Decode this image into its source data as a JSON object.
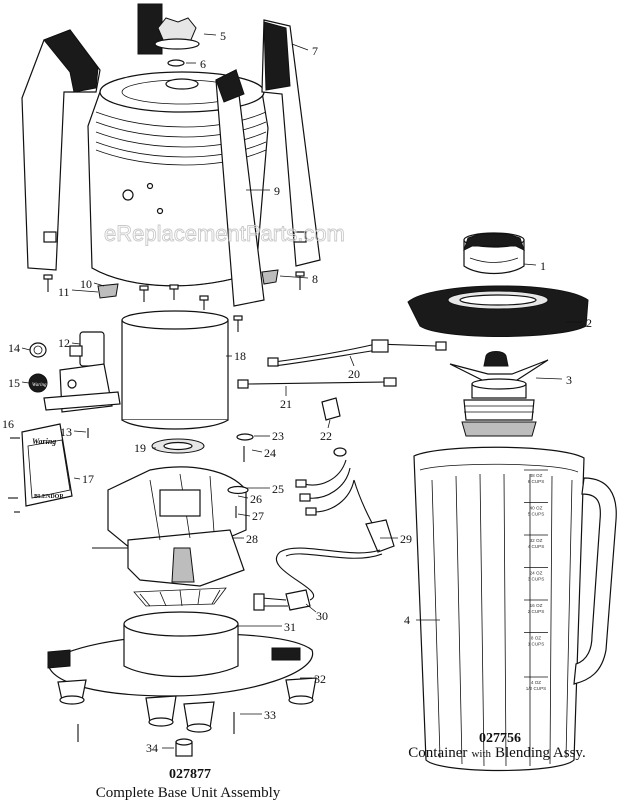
{
  "watermark": "eReplacementParts.com",
  "callouts": [
    "1",
    "2",
    "3",
    "4",
    "5",
    "6",
    "7",
    "8",
    "9",
    "10",
    "11",
    "12",
    "13",
    "14",
    "15",
    "16",
    "17",
    "18",
    "19",
    "20",
    "21",
    "22",
    "23",
    "24",
    "25",
    "26",
    "27",
    "28",
    "29",
    "30",
    "31",
    "32",
    "33",
    "34"
  ],
  "jar_scale": [
    {
      "oz": "48 OZ",
      "cups": "6 CUPS"
    },
    {
      "oz": "40 OZ",
      "cups": "5 CUPS"
    },
    {
      "oz": "32 OZ",
      "cups": "4 CUPS"
    },
    {
      "oz": "24 OZ",
      "cups": "3 CUPS"
    },
    {
      "oz": "16 OZ",
      "cups": "2 CUPS"
    },
    {
      "oz": "8 OZ",
      "cups": "1 CUPS"
    },
    {
      "oz": "4 OZ",
      "cups": "1/2 CUPS"
    }
  ],
  "nameplate": {
    "brand": "Waring",
    "model": "BLENDOR"
  },
  "switch_label": "Waring",
  "assemblies": {
    "base": {
      "number": "027877",
      "title": "Complete Base Unit Assembly"
    },
    "container": {
      "number": "027756",
      "title_pre": "Container",
      "title_with": "with",
      "title_post": "Blending Assy."
    }
  }
}
